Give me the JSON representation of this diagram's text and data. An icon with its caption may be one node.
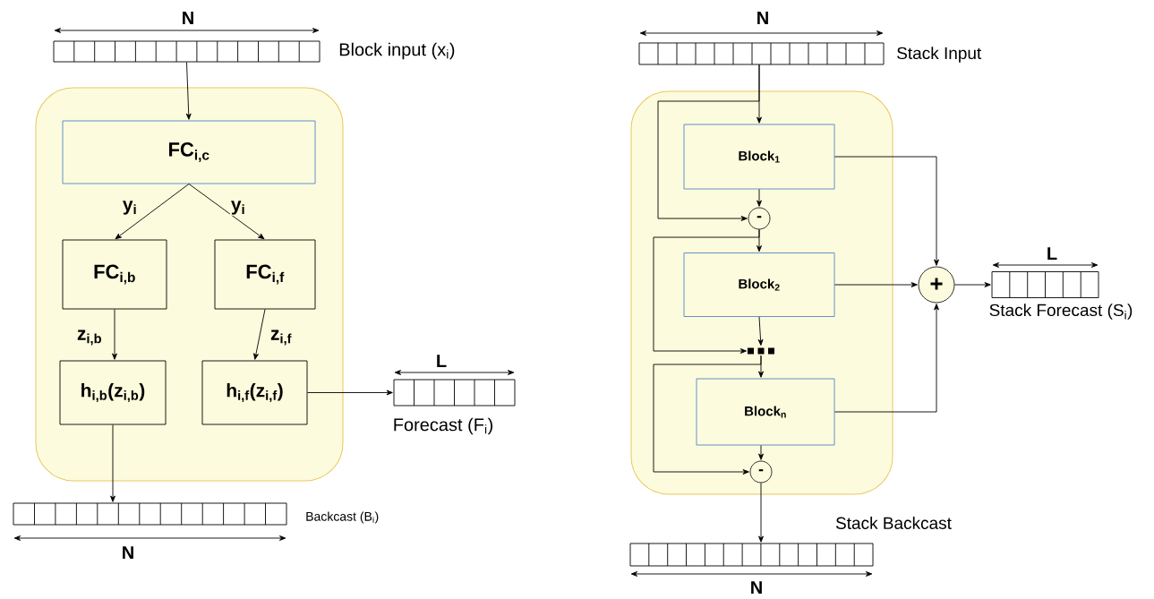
{
  "diagram": {
    "nodes": [
      {
        "text": [],
        "shape": "array",
        "beside": [
          "N",
          "Block input (x$_{i}$)"
        ]
      },
      {
        "text": [],
        "shape": "box"
      },
      {
        "text": [
          "FC$_{i,c}$"
        ],
        "in": 1
      },
      {
        "text": [
          "FC$_{i,b}$"
        ],
        "in": 1
      },
      {
        "text": [
          "FC$_{i,f}$"
        ],
        "in": 1
      },
      {
        "text": [
          "h$_{i,b}$(z$_{i,b}$)"
        ],
        "in": 1
      },
      {
        "text": [
          "h$_{i,f}$(z$_{i,f}$)"
        ],
        "in": 1
      },
      {
        "text": [],
        "shape": "array",
        "beside": [
          "L",
          "Forecast (F$_{i}$)"
        ]
      },
      {
        "text": [],
        "shape": "array",
        "beside": [
          "Backcast (B$_{i}$)",
          "N"
        ]
      },
      {
        "text": [],
        "shape": "array",
        "beside": [
          "N",
          "Stack Input"
        ]
      },
      {
        "text": [],
        "shape": "box"
      },
      {
        "text": [
          "Block$_{1}$"
        ],
        "in": 10
      },
      {
        "text": [
          "-"
        ],
        "in": 10
      },
      {
        "text": [
          "Block$_{2}$"
        ],
        "in": 10
      },
      {
        "text": [],
        "shape": "dots",
        "in": 10
      },
      {
        "text": [
          "Block$_{n}$"
        ],
        "in": 10
      },
      {
        "text": [
          "-"
        ],
        "in": 10
      },
      {
        "text": [
          "+"
        ]
      },
      {
        "text": [],
        "shape": "array",
        "beside": [
          "L",
          "Stack Forecast (S$_{i}$)"
        ]
      },
      {
        "text": [],
        "shape": "array",
        "beside": [
          "Stack Backcast",
          "N"
        ]
      }
    ],
    "edges": [
      {
        "from": 0,
        "to": 2,
        "arrow": "to"
      },
      {
        "from": 2,
        "to": 3,
        "arrow": "to",
        "label": "y$_{i}$"
      },
      {
        "from": 2,
        "to": 4,
        "arrow": "to",
        "label": "y$_{i}$"
      },
      {
        "from": 3,
        "to": 5,
        "arrow": "to",
        "label": "z$_{i,b}$"
      },
      {
        "from": 4,
        "to": 6,
        "arrow": "to",
        "label": "z$_{i,f}$"
      },
      {
        "from": 6,
        "to": 7,
        "arrow": "to"
      },
      {
        "from": 5,
        "to": 8,
        "arrow": "to"
      },
      {
        "from": 9,
        "to": 11,
        "arrow": "to"
      },
      {
        "from": 9,
        "to": 12,
        "arrow": "to"
      },
      {
        "from": 11,
        "to": 12,
        "arrow": "to"
      },
      {
        "from": 12,
        "to": 13,
        "arrow": "to"
      },
      {
        "from": 12,
        "to": 14,
        "arrow": "to"
      },
      {
        "from": 13,
        "to": 14,
        "arrow": "to"
      },
      {
        "from": 14,
        "to": 15,
        "arrow": "to"
      },
      {
        "from": 14,
        "to": 16,
        "arrow": "to"
      },
      {
        "from": 15,
        "to": 16,
        "arrow": "to"
      },
      {
        "from": 16,
        "to": 19,
        "arrow": "to"
      },
      {
        "from": 11,
        "to": 17,
        "arrow": "to"
      },
      {
        "from": 13,
        "to": 17,
        "arrow": "to"
      },
      {
        "from": 15,
        "to": 17,
        "arrow": "to"
      },
      {
        "from": 17,
        "to": 18,
        "arrow": "to"
      }
    ]
  }
}
